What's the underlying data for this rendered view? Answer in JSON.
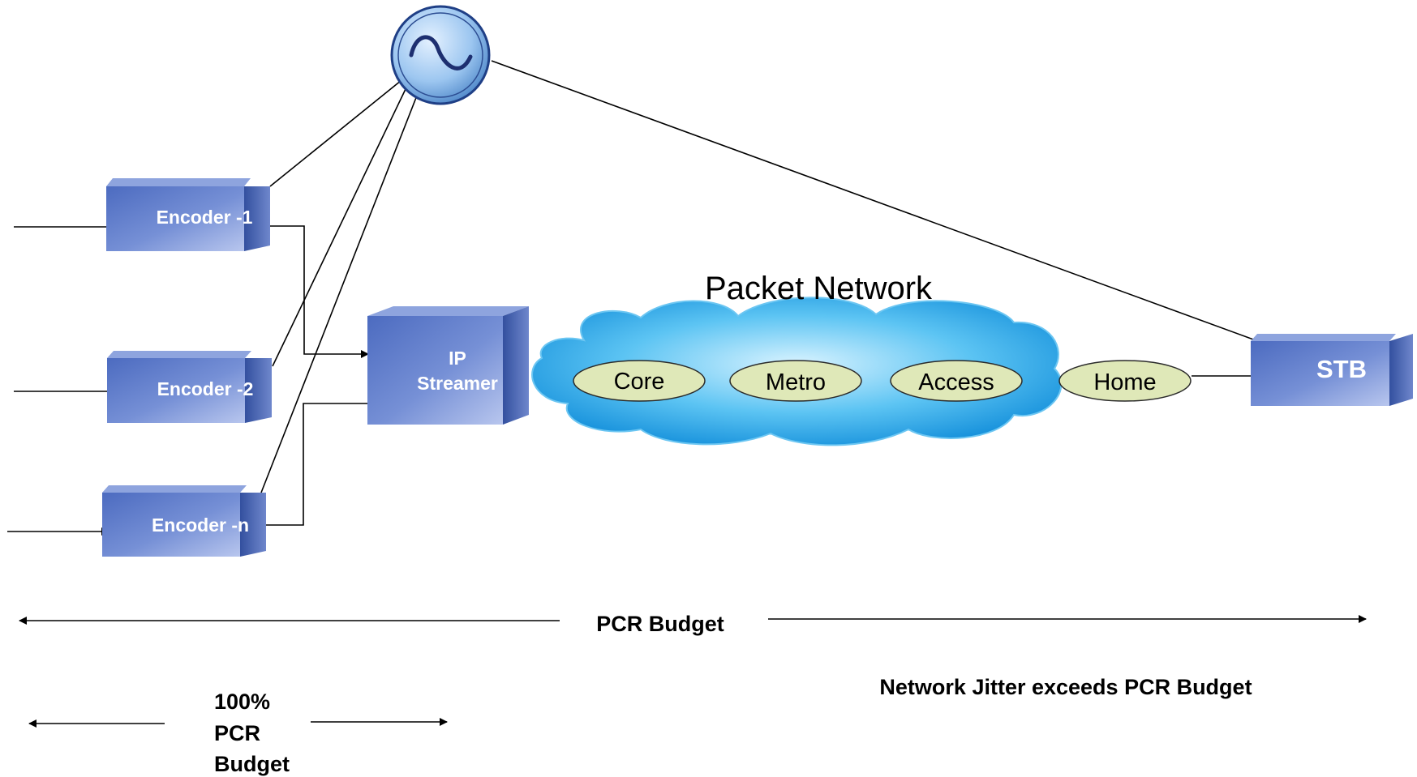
{
  "encoders": [
    "Encoder -1",
    "Encoder -2",
    "Encoder -n"
  ],
  "streamer": {
    "line1": "IP",
    "line2": "Streamer"
  },
  "cloud": {
    "title": "Packet Network",
    "segments": [
      "Core",
      "Metro",
      "Access"
    ],
    "home": "Home"
  },
  "stb": "STB",
  "pcr_budget": "PCR Budget",
  "jitter_note": "Network Jitter exceeds PCR Budget",
  "budget_percent": {
    "line1": "100%",
    "line2": "PCR",
    "line3": "Budget"
  },
  "colors": {
    "box_front": "#5b78c6",
    "box_side": "#3f59a8",
    "cloud": "#1fa6e6",
    "ellipse_fill": "#dfe8b8",
    "clock": "#7fb3e8"
  }
}
